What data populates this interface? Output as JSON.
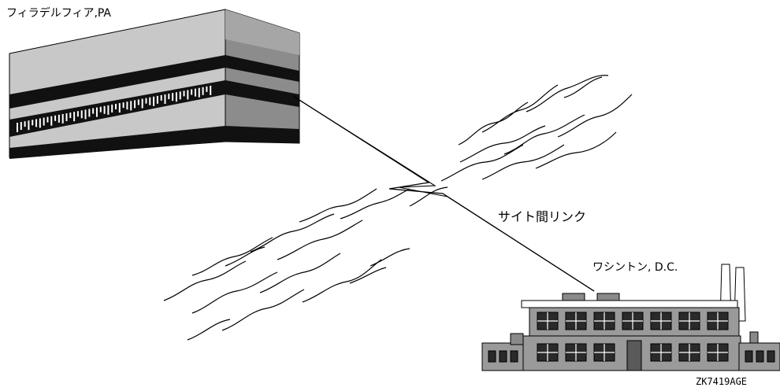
{
  "labels": {
    "philadelphia": "フィラデルフィア,PA",
    "site_link": "サイト間リンク",
    "washington": "ワシントン, D.C.",
    "figure_code": "ZK7419AGE"
  },
  "icons": [
    "office-building-icon",
    "factory-icon",
    "lightning-link-icon",
    "wave-lines"
  ],
  "colors": {
    "stroke": "#000000",
    "building_light": "#c8c8c8",
    "building_mid": "#a8a8a8",
    "building_side": "#8a8a8a",
    "factory_gray": "#9a9a9a",
    "window_dark": "#2a2a2a"
  }
}
